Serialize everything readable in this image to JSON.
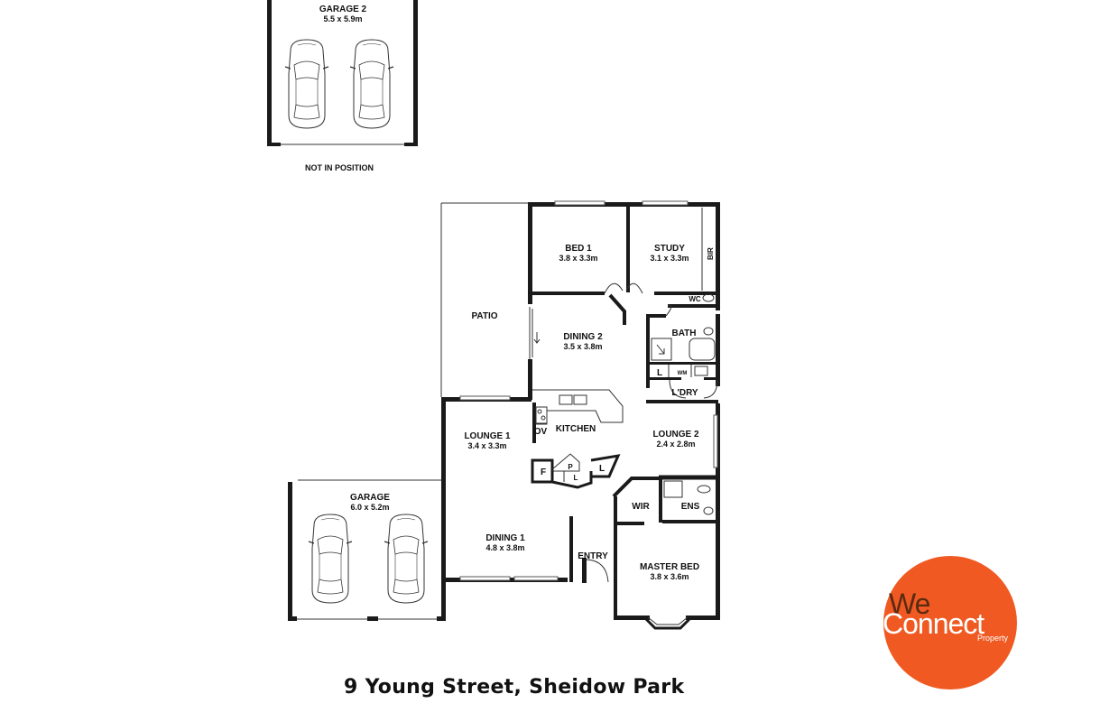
{
  "address": "9 Young Street, Sheidow Park",
  "garage2": {
    "name": "GARAGE 2",
    "dims": "5.5 x 5.9m",
    "note": "NOT IN POSITION"
  },
  "rooms": {
    "bed1": {
      "name": "BED 1",
      "dims": "3.8 x 3.3m"
    },
    "study": {
      "name": "STUDY",
      "dims": "3.1 x 3.3m"
    },
    "bir": "BIR",
    "wc": "WC",
    "patio": "PATIO",
    "dining2": {
      "name": "DINING 2",
      "dims": "3.5 x 3.8m"
    },
    "bath": "BATH",
    "laundry": "L'DRY",
    "wm": "WM",
    "l_bath": "L",
    "kitchen": "KITCHEN",
    "ov": "OV",
    "lounge1": {
      "name": "LOUNGE 1",
      "dims": "3.4 x 3.3m"
    },
    "lounge2": {
      "name": "LOUNGE 2",
      "dims": "2.4 x 2.8m"
    },
    "f": "F",
    "p": "P",
    "l1": "L",
    "l2": "L",
    "wir": "WIR",
    "ens": "ENS",
    "garage": {
      "name": "GARAGE",
      "dims": "6.0 x 5.2m"
    },
    "dining1": {
      "name": "DINING 1",
      "dims": "4.8 x 3.8m"
    },
    "entry": "ENTRY",
    "master": {
      "name": "MASTER BED",
      "dims": "3.8 x 3.6m"
    }
  },
  "logo": {
    "line1": "We",
    "line2": "Connect",
    "line3": "Property",
    "color": "#f05a22"
  },
  "icons": [
    "car-icon",
    "door-swing-icon",
    "toilet-icon",
    "bathtub-icon",
    "sink-icon",
    "stove-icon"
  ]
}
